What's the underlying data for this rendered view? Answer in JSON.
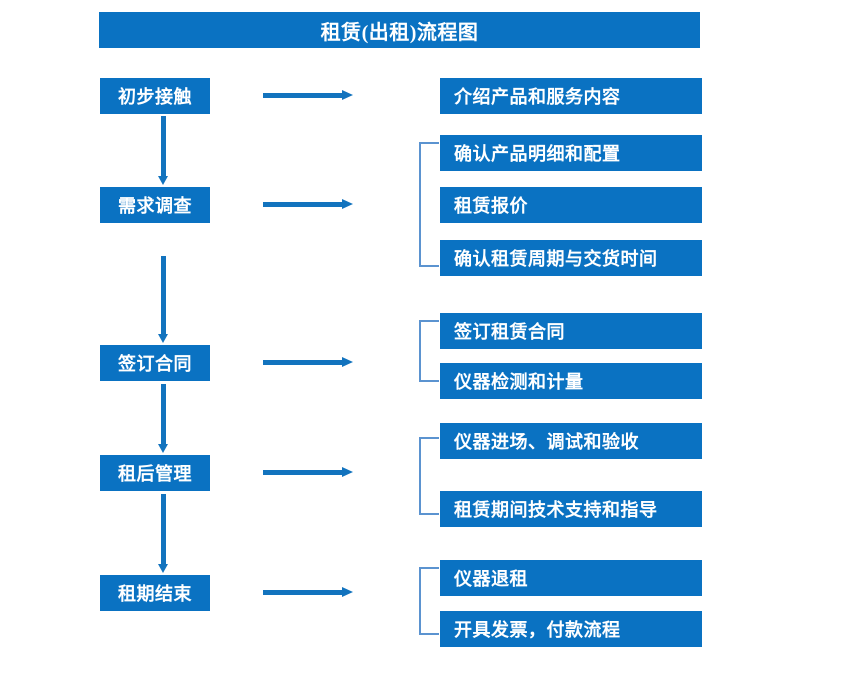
{
  "title": {
    "text": "租赁(出租)流程图"
  },
  "colors": {
    "box_fill": "#0a72c2",
    "box_text": "#ffffff",
    "arrow": "#1273be",
    "bracket": "#5b93d0",
    "background": "#ffffff"
  },
  "stages": [
    {
      "id": "stage-1",
      "label": "初步接触"
    },
    {
      "id": "stage-2",
      "label": "需求调查"
    },
    {
      "id": "stage-3",
      "label": "签订合同"
    },
    {
      "id": "stage-4",
      "label": "租后管理"
    },
    {
      "id": "stage-5",
      "label": "租期结束"
    }
  ],
  "details": [
    {
      "id": "detail-1",
      "label": "介绍产品和服务内容"
    },
    {
      "id": "detail-2",
      "label": "确认产品明细和配置"
    },
    {
      "id": "detail-3",
      "label": "租赁报价"
    },
    {
      "id": "detail-4",
      "label": "确认租赁周期与交货时间"
    },
    {
      "id": "detail-5",
      "label": "签订租赁合同"
    },
    {
      "id": "detail-6",
      "label": "仪器检测和计量"
    },
    {
      "id": "detail-7",
      "label": "仪器进场、调试和验收"
    },
    {
      "id": "detail-8",
      "label": "租赁期间技术支持和指导"
    },
    {
      "id": "detail-9",
      "label": "仪器退租"
    },
    {
      "id": "detail-10",
      "label": "开具发票，付款流程"
    }
  ],
  "groups": [
    {
      "id": "group-需求调查",
      "stage": "需求调查",
      "details": [
        "确认产品明细和配置",
        "租赁报价",
        "确认租赁周期与交货时间"
      ]
    },
    {
      "id": "group-签订合同",
      "stage": "签订合同",
      "details": [
        "签订租赁合同",
        "仪器检测和计量"
      ]
    },
    {
      "id": "group-租后管理",
      "stage": "租后管理",
      "details": [
        "仪器进场、调试和验收",
        "租赁期间技术支持和指导"
      ]
    },
    {
      "id": "group-租期结束",
      "stage": "租期结束",
      "details": [
        "仪器退租",
        "开具发票，付款流程"
      ]
    }
  ],
  "flow": {
    "sequence": [
      "初步接触",
      "需求调查",
      "签订合同",
      "租后管理",
      "租期结束"
    ],
    "arrow_down_count": 4,
    "arrow_right_count": 5
  }
}
